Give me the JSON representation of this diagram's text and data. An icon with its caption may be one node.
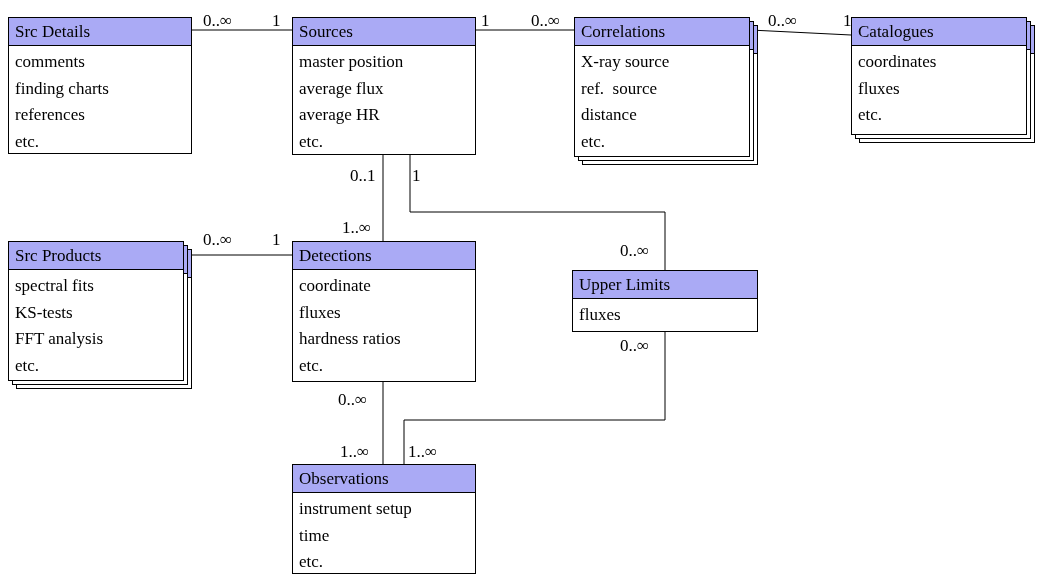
{
  "diagram": {
    "nodes": [
      {
        "text": [
          "Src Details",
          "comments",
          "finding charts",
          "references",
          "etc."
        ]
      },
      {
        "text": [
          "Sources",
          "master position",
          "average flux",
          "average HR",
          "etc."
        ]
      },
      {
        "text": [
          "Correlations",
          "X-ray source",
          "ref.  source",
          "distance",
          "etc."
        ]
      },
      {
        "text": [
          "Catalogues",
          "coordinates",
          "fluxes",
          "etc."
        ]
      },
      {
        "text": [
          "Src Products",
          "spectral fits",
          "KS-tests",
          "FFT analysis",
          "etc."
        ]
      },
      {
        "text": [
          "Detections",
          "coordinate",
          "fluxes",
          "hardness ratios",
          "etc."
        ]
      },
      {
        "text": [
          "Upper Limits",
          "fluxes"
        ]
      },
      {
        "text": [
          "Observations",
          "instrument setup",
          "time",
          "etc."
        ]
      }
    ],
    "edges": [
      {
        "from": 0,
        "to": 1,
        "arrow": "none"
      },
      {
        "from": 1,
        "to": 2,
        "arrow": "none"
      },
      {
        "from": 2,
        "to": 3,
        "arrow": "none"
      },
      {
        "from": 1,
        "to": 5,
        "arrow": "none"
      },
      {
        "from": 1,
        "to": 6,
        "arrow": "none"
      },
      {
        "from": 4,
        "to": 5,
        "arrow": "none"
      },
      {
        "from": 5,
        "to": 7,
        "arrow": "none"
      },
      {
        "from": 6,
        "to": 7,
        "arrow": "none"
      }
    ],
    "labels": [
      "0..∞",
      "1",
      "1",
      "0..∞",
      "0..∞",
      "1",
      "0..1",
      "1",
      "1..∞",
      "0..∞",
      "1",
      "0..∞",
      "0..∞",
      "0..∞",
      "1..∞",
      "1..∞"
    ]
  }
}
